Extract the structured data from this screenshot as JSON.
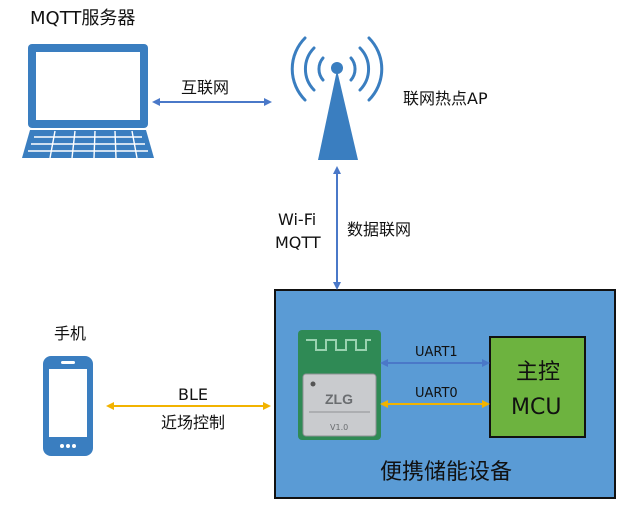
{
  "labels": {
    "server": "MQTT服务器",
    "internet": "互联网",
    "hotspot": "联网热点AP",
    "wifi": "Wi-Fi",
    "mqtt": "MQTT",
    "data_link": "数据联网",
    "phone": "手机",
    "ble": "BLE",
    "near_field": "近场控制",
    "uart1": "UART1",
    "uart0": "UART0",
    "mcu_line1": "主控",
    "mcu_line2": "MCU",
    "device": "便携储能设备",
    "module_version": "V1.0"
  },
  "colors": {
    "device_fill": "#5a9bd5",
    "device_border": "#111111",
    "mcu_fill": "#6db33f",
    "icon_blue": "#3a7ec0",
    "arrow_blue": "#4a78c8",
    "arrow_yellow": "#f2b300"
  }
}
